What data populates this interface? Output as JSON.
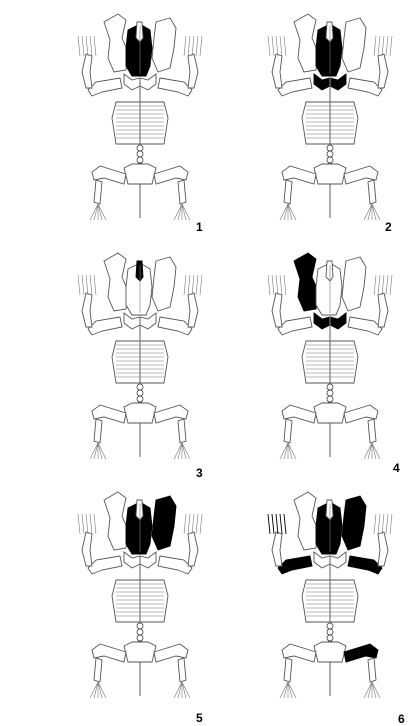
{
  "figure": {
    "panels": [
      {
        "label": "1",
        "highlighted": [
          "skull-center"
        ]
      },
      {
        "label": "2",
        "highlighted": [
          "skull-center",
          "lower-skull"
        ]
      },
      {
        "label": "3",
        "highlighted": [
          "skull-midline-small"
        ]
      },
      {
        "label": "4",
        "highlighted": [
          "skull-left-side",
          "lower-skull"
        ]
      },
      {
        "label": "5",
        "highlighted": [
          "skull-center",
          "skull-right-side"
        ]
      },
      {
        "label": "6",
        "highlighted": [
          "skull-center",
          "skull-right-side",
          "left-forelimb",
          "right-forelimb",
          "left-digits",
          "right-hindlimb"
        ]
      }
    ],
    "colors": {
      "highlight": "#000000",
      "outline": "#555555",
      "background": "#ffffff"
    }
  }
}
